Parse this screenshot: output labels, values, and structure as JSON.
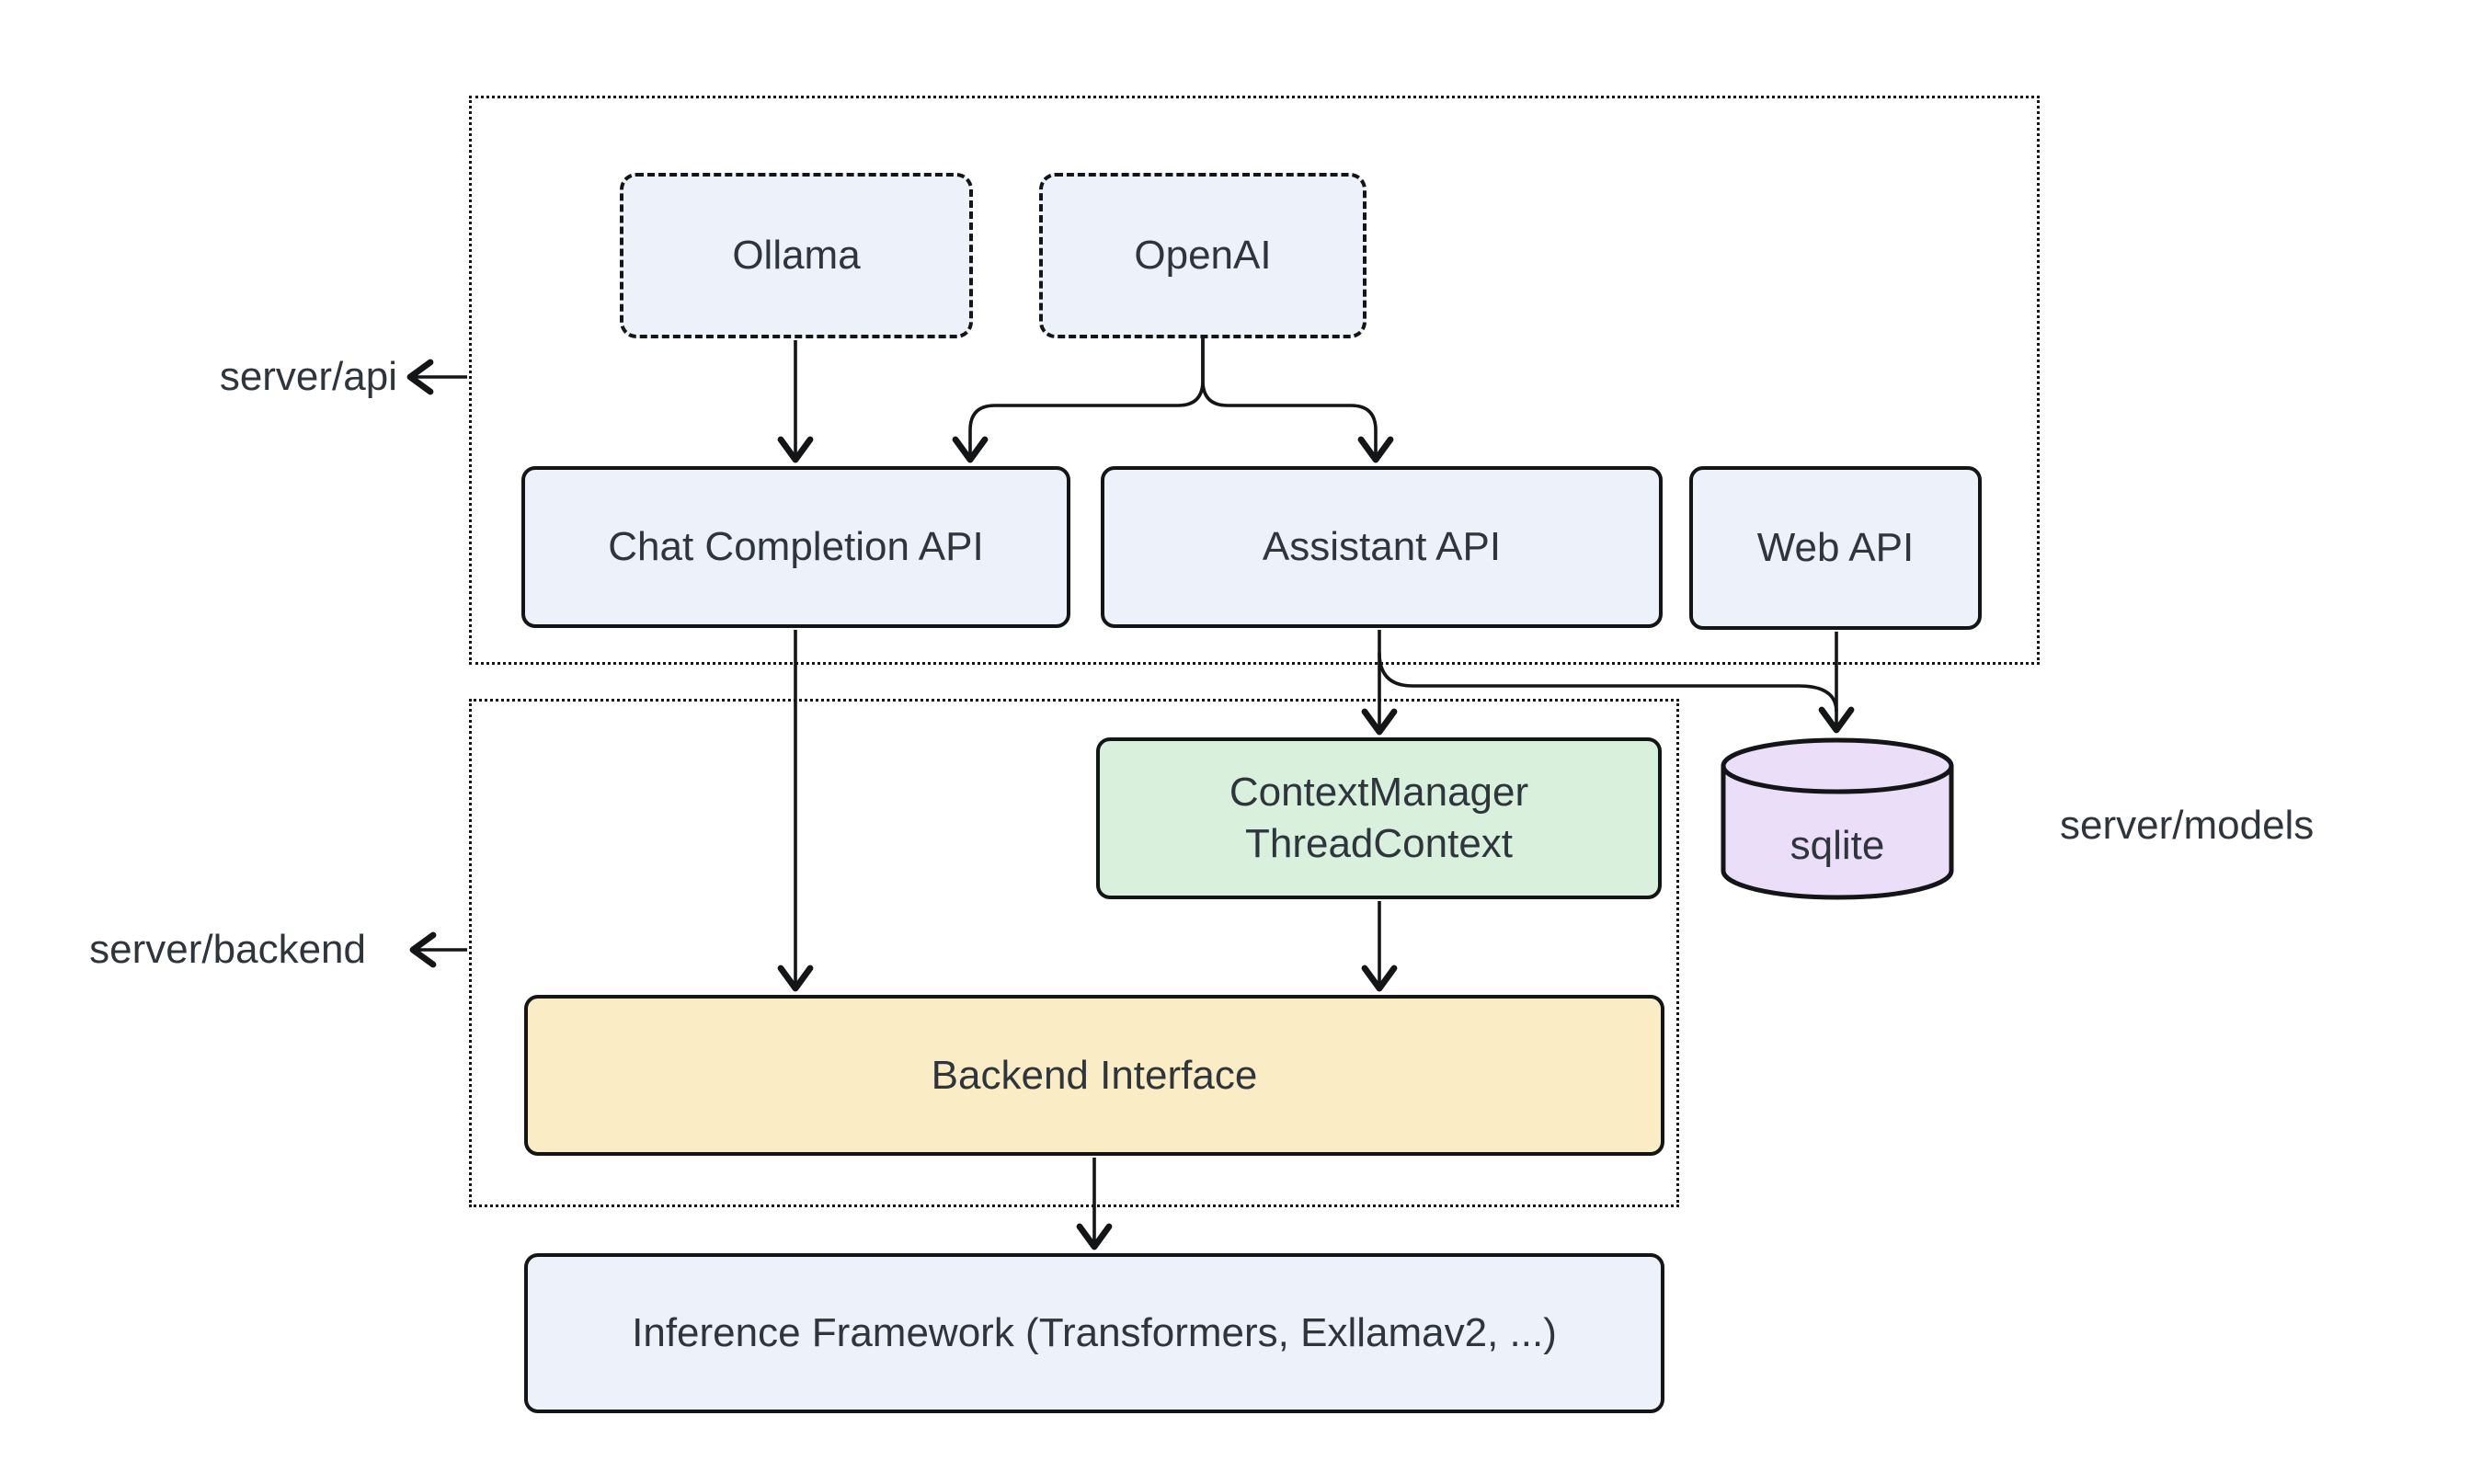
{
  "diagram": {
    "containers": {
      "api": {
        "label": "server/api"
      },
      "backend": {
        "label": "server/backend"
      }
    },
    "annotations": {
      "models": {
        "label": "server/models",
        "target": "sqlite"
      }
    },
    "nodes": {
      "ollama": {
        "label": "Ollama",
        "shape": "dashed-rect"
      },
      "openai": {
        "label": "OpenAI",
        "shape": "dashed-rect"
      },
      "chat_api": {
        "label": "Chat Completion API",
        "shape": "rect"
      },
      "assistant_api": {
        "label": "Assistant API",
        "shape": "rect"
      },
      "web_api": {
        "label": "Web API",
        "shape": "rect"
      },
      "context_manager": {
        "line1": "ContextManager",
        "line2": "ThreadContext",
        "shape": "rect"
      },
      "sqlite": {
        "label": "sqlite",
        "shape": "cylinder"
      },
      "backend_interface": {
        "label": "Backend Interface",
        "shape": "rect"
      },
      "inference": {
        "label": "Inference Framework (Transformers, Exllamav2, ...)",
        "shape": "rect"
      }
    },
    "edges": [
      {
        "from": "Ollama",
        "to": "Chat Completion API"
      },
      {
        "from": "OpenAI",
        "to": "Chat Completion API"
      },
      {
        "from": "OpenAI",
        "to": "Assistant API"
      },
      {
        "from": "Assistant API",
        "to": "ContextManager ThreadContext"
      },
      {
        "from": "Assistant API",
        "to": "sqlite"
      },
      {
        "from": "Web API",
        "to": "sqlite"
      },
      {
        "from": "Chat Completion API",
        "to": "Backend Interface"
      },
      {
        "from": "ContextManager ThreadContext",
        "to": "Backend Interface"
      },
      {
        "from": "Backend Interface",
        "to": "Inference Framework (Transformers, Exllamav2, ...)"
      },
      {
        "from": "server/api group border",
        "to": "server/api label"
      },
      {
        "from": "server/backend group border",
        "to": "server/backend label"
      }
    ],
    "colors": {
      "bg": "#ffffff",
      "node_blue": "#ecf1fa",
      "node_green": "#d8f0dc",
      "node_yellow": "#faedc5",
      "node_purple": "#eadef8",
      "stroke": "#131517",
      "text": "#2f353c"
    }
  }
}
